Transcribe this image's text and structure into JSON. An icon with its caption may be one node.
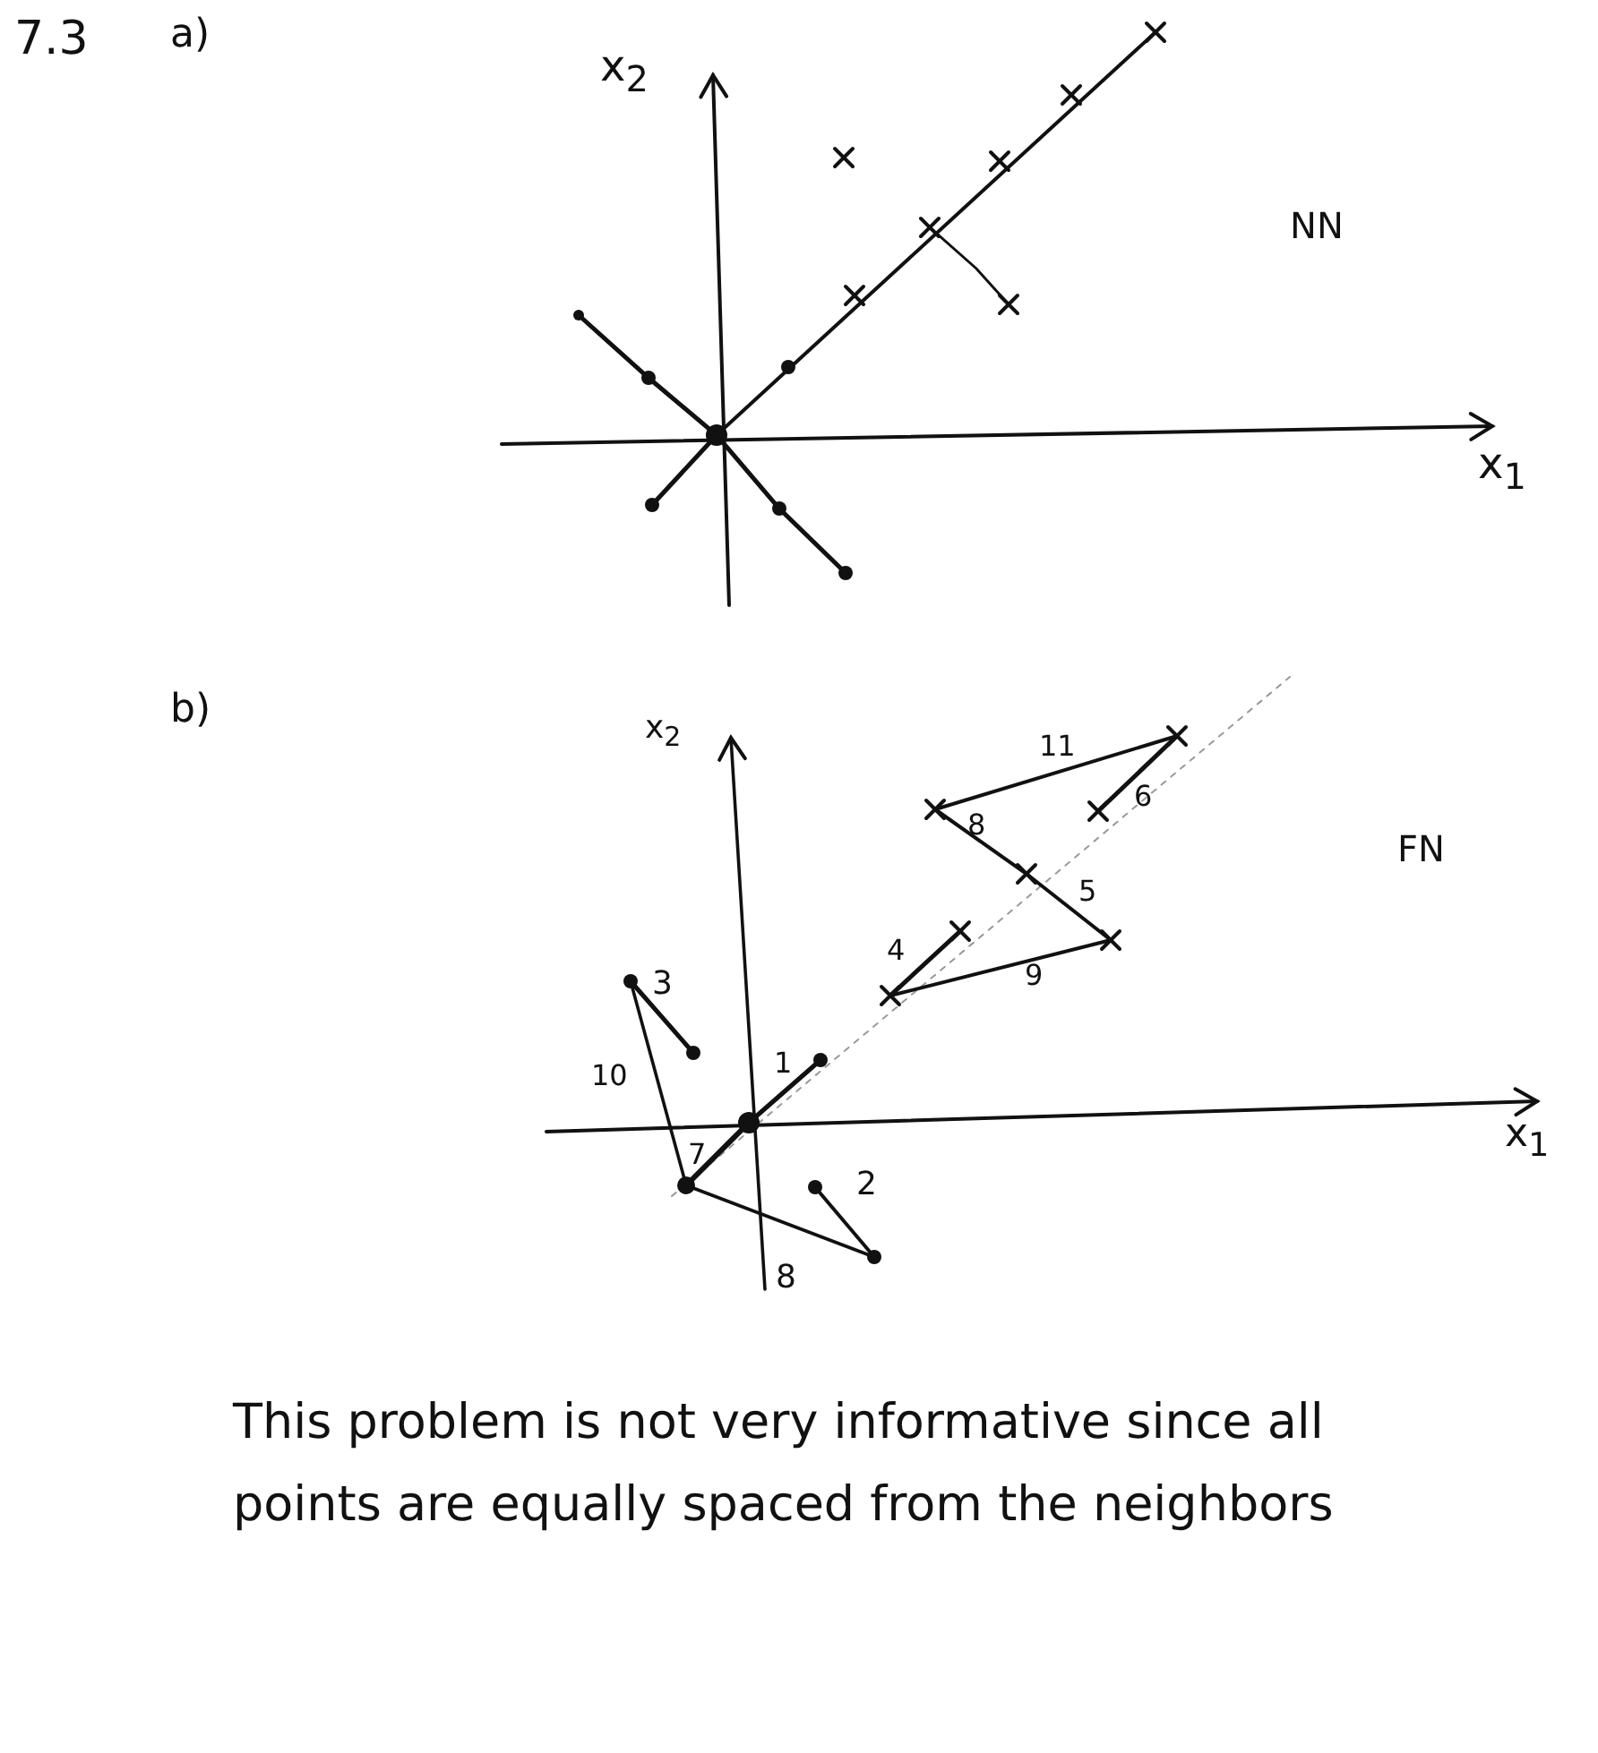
{
  "diagram": {
    "labels": [
      "7.3",
      "a)",
      "x$_{2}$",
      "NN",
      "x$_{1}$",
      "b)",
      "x$_{2}$",
      "11",
      "6",
      "8",
      "FN",
      "5",
      "4",
      "9",
      "3",
      "1",
      "10",
      "x$_{1}$",
      "7",
      "2",
      "8",
      "This problem is not very informative since all points are equally spaced from the neighbors"
    ]
  }
}
